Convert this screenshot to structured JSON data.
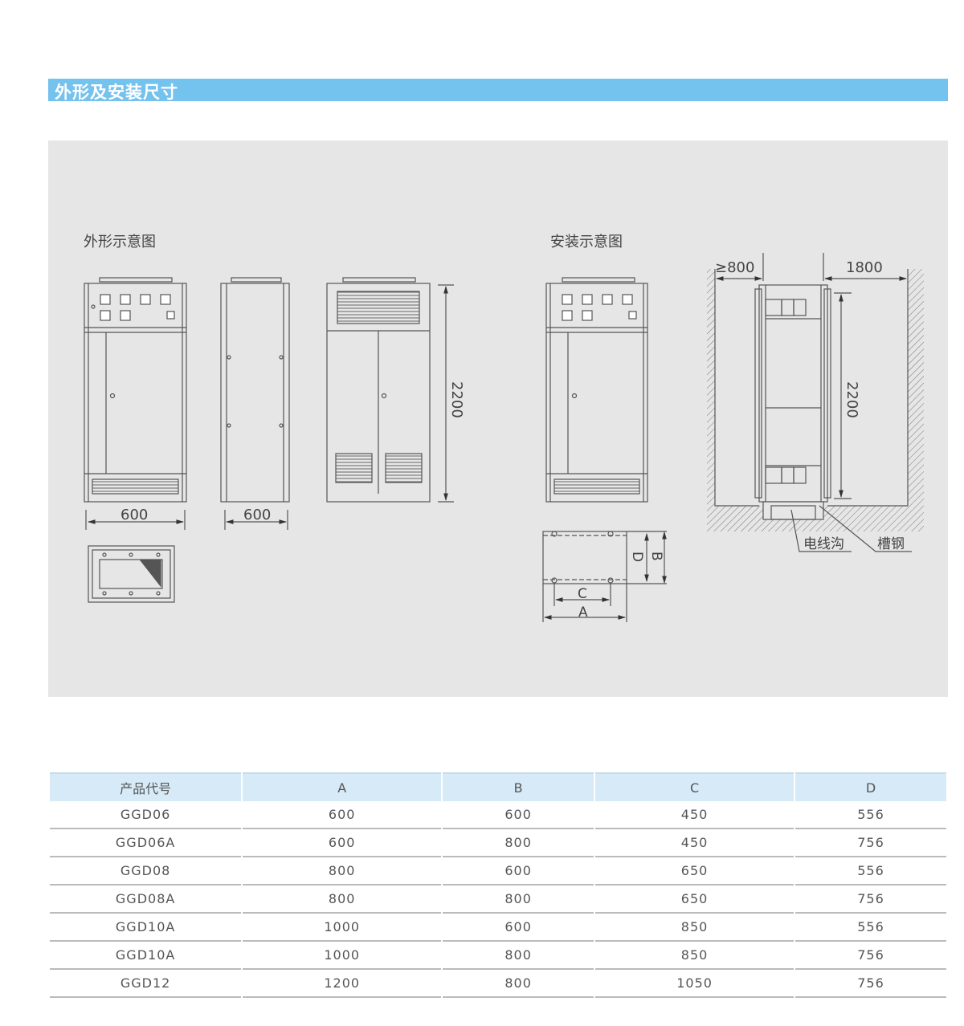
{
  "section_title": "外形及安装尺寸",
  "diagram": {
    "outline_title": "外形示意图",
    "install_title": "安装示意图",
    "front_width": "600",
    "side_depth": "600",
    "height": "2200",
    "label_D": "D",
    "label_B": "B",
    "label_C": "C",
    "label_A": "A",
    "front_clearance": "≥800",
    "rear_clearance": "1800",
    "install_height": "2200",
    "cable_trench": "电线沟",
    "channel_steel": "槽钢"
  },
  "table": {
    "headers": [
      "产品代号",
      "A",
      "B",
      "C",
      "D"
    ],
    "rows": [
      [
        "GGD06",
        "600",
        "600",
        "450",
        "556"
      ],
      [
        "GGD06A",
        "600",
        "800",
        "450",
        "756"
      ],
      [
        "GGD08",
        "800",
        "600",
        "650",
        "556"
      ],
      [
        "GGD08A",
        "800",
        "800",
        "650",
        "756"
      ],
      [
        "GGD10A",
        "1000",
        "600",
        "850",
        "556"
      ],
      [
        "GGD10A",
        "1000",
        "800",
        "850",
        "756"
      ],
      [
        "GGD12",
        "1200",
        "800",
        "1050",
        "756"
      ]
    ]
  }
}
